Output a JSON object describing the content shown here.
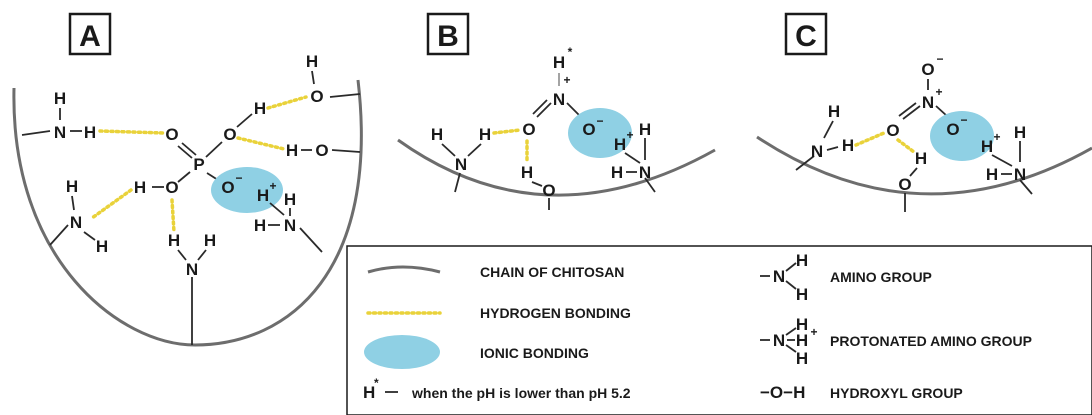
{
  "panels": {
    "a": {
      "letter": "A"
    },
    "b": {
      "letter": "B"
    },
    "c": {
      "letter": "C"
    }
  },
  "atoms": {
    "H": "H",
    "N": "N",
    "O": "O",
    "P": "P",
    "H_star": "H",
    "star": "*",
    "plus": "+",
    "minus": "−",
    "O_minus": "O",
    "H_plus": "H"
  },
  "legend": {
    "chain": "CHAIN OF CHITOSAN",
    "hydrogen": "HYDROGEN BONDING",
    "ionic": "IONIC BONDING",
    "hstar_note": "when the pH is lower than pH 5.2",
    "amino": "AMINO GROUP",
    "protonated": "PROTONATED AMINO GROUP",
    "hydroxyl": "HYDROXYL GROUP",
    "hydroxyl_symbol": "−O−H"
  },
  "colors": {
    "chain": "#6d6d6d",
    "hydrogen_bond": "#e9d23a",
    "ionic_bond": "#8fd0e4"
  }
}
